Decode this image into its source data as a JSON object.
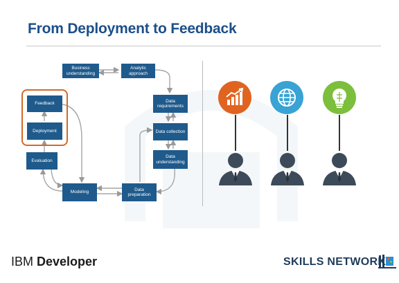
{
  "slide": {
    "title": "From Deployment to Feedback"
  },
  "diagram": {
    "stages": {
      "business": "Business understanding",
      "analytic": "Analytic approach",
      "requirements": "Data requirements",
      "collection": "Data collection",
      "understanding": "Data understanding",
      "preparation": "Data preparation",
      "modeling": "Modeling",
      "evaluation": "Evaluation",
      "deployment": "Deployment",
      "feedback": "Feedback"
    }
  },
  "icons": {
    "chart_circle_color": "#e0641f",
    "globe_circle_color": "#38a3d4",
    "bulb_circle_color": "#7cbf3d"
  },
  "footer": {
    "brand_light": "IBM ",
    "brand_bold": "Developer",
    "network": "SKILLS NETWORK"
  },
  "colors": {
    "box": "#1f5a8c",
    "highlight": "#d06a2a",
    "title": "#1b4f8a"
  }
}
